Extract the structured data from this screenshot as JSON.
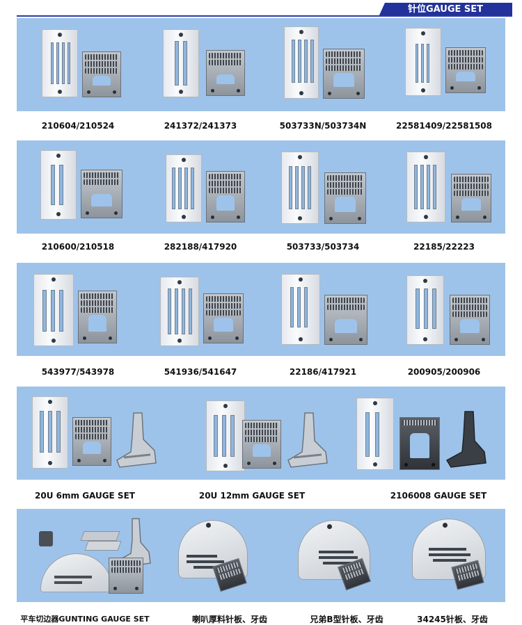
{
  "header": {
    "title": "针位GAUGE SET"
  },
  "rows": [
    {
      "items": [
        "210604/210524",
        "241372/241373",
        "503733N/503734N",
        "22581409/22581508"
      ]
    },
    {
      "items": [
        "210600/210518",
        "282188/417920",
        "503733/503734",
        "22185/22223"
      ]
    },
    {
      "items": [
        "543977/543978",
        "541936/541647",
        "22186/417921",
        "200905/200906"
      ]
    },
    {
      "items": [
        "20U 6mm GAUGE SET",
        "20U 12mm GAUGE SET",
        "2106008 GAUGE SET"
      ]
    },
    {
      "items": [
        "平车切边器GUNTING GAUGE SET",
        "喇叭厚料针板、牙齿",
        "兄弟B型针板、牙齿",
        "34245针板、牙齿"
      ]
    }
  ],
  "colors": {
    "band": "#9ec3ea",
    "header": "#22329a"
  }
}
